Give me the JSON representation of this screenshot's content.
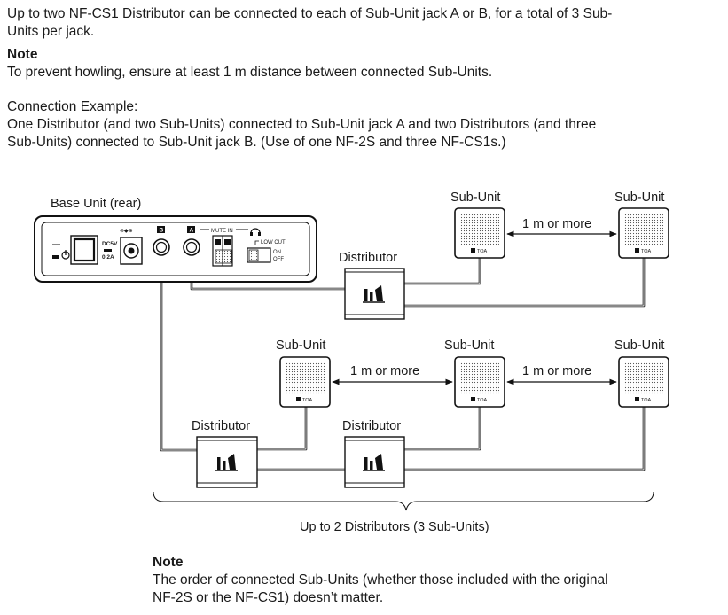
{
  "intro": {
    "line1": "Up to two NF-CS1 Distributor can be connected to each of Sub-Unit jack A or B, for a total of 3 Sub-",
    "line2": "Units per jack."
  },
  "note1": {
    "heading": "Note",
    "text": "To prevent howling, ensure at least 1 m distance between connected Sub-Units."
  },
  "example": {
    "heading": "Connection Example:",
    "line1": "One Distributor (and two Sub-Units) connected to Sub-Unit jack A and two Distributors (and three",
    "line2": "Sub-Units) connected to Sub-Unit jack B. (Use of one NF-2S and three NF-CS1s.)"
  },
  "diagram": {
    "base_unit_label": "Base Unit (rear)",
    "panel": {
      "dc_label_1": "DC5V",
      "dc_label_2": "0.2A",
      "jack_b": "B",
      "jack_a": "A",
      "mute_in": "MUTE IN",
      "low_cut": "LOW CUT",
      "switch_on": "ON",
      "switch_off": "OFF"
    },
    "distributor_label": "Distributor",
    "sub_unit_label": "Sub-Unit",
    "speaker_brand": "TOA",
    "distance_label": "1 m or more",
    "bracket_label": "Up to 2 Distributors (3 Sub-Units)"
  },
  "note2": {
    "heading": "Note",
    "line1": "The order of connected Sub-Units (whether those included with the original",
    "line2": "NF-2S or the NF-CS1) doesn’t matter."
  },
  "icons": {
    "distributor": "distributor-logo-icon",
    "speaker": "speaker-grille-icon",
    "power": "power-icon",
    "headphone": "headphone-icon"
  }
}
